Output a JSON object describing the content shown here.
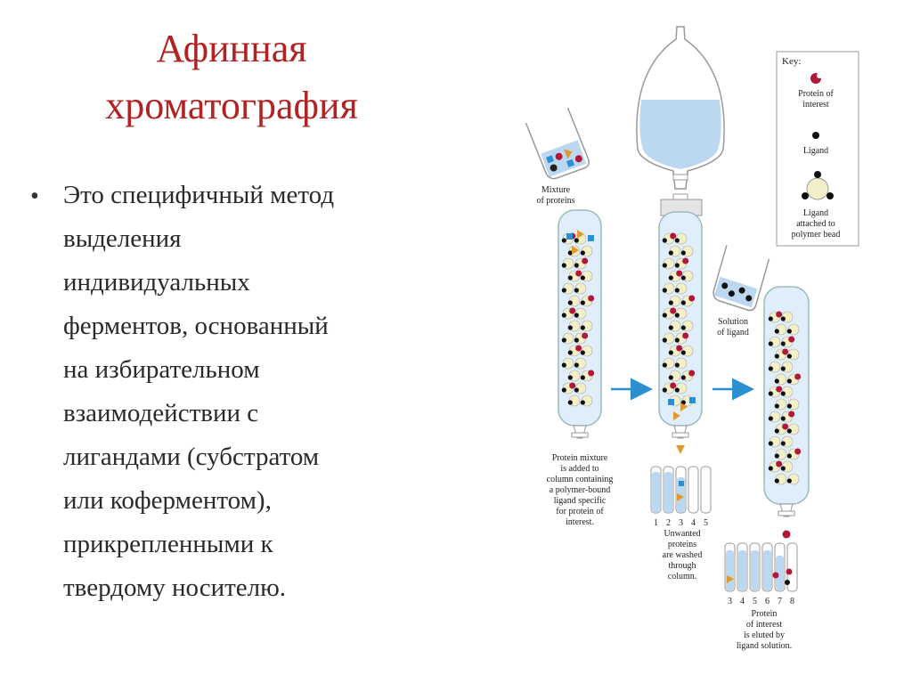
{
  "slide": {
    "title_lines": [
      "Афинная",
      "хроматография"
    ],
    "bullet_lines": [
      "Это специфичный метод",
      "выделения",
      "индивидуальных",
      "ферментов, основанный",
      "на избирательном",
      "взаимодействии с",
      "лигандами (субстратом",
      "или коферментом),",
      "прикрепленными к",
      "твердому носителю."
    ]
  },
  "diagram": {
    "key": {
      "title": "Key:",
      "protein_label": [
        "Protein of",
        "interest"
      ],
      "ligand_label": "Ligand",
      "bead_label": [
        "Ligand",
        "attached to",
        "polymer bead"
      ]
    },
    "mixture_label": [
      "Mixture",
      "of proteins"
    ],
    "solution_label": [
      "Solution",
      "of ligand"
    ],
    "step1_caption": [
      "Protein mixture",
      "is added to",
      "column containing",
      "a polymer-bound",
      "ligand specific",
      "for protein of",
      "interest."
    ],
    "step2_caption": [
      "Unwanted",
      "proteins",
      "are washed",
      "through",
      "column."
    ],
    "step3_caption": [
      "Protein",
      "of interest",
      "is eluted by",
      "ligand solution."
    ],
    "tube_numbers_1": [
      "1",
      "2",
      "3",
      "4",
      "5"
    ],
    "tube_numbers_2": [
      "3",
      "4",
      "5",
      "6",
      "7",
      "8"
    ],
    "colors": {
      "title": "#b22222",
      "arrow": "#2b8fd0",
      "liquid": "#bcd8f0",
      "protein": "#b0183a",
      "bead": "#f3efc8"
    }
  }
}
